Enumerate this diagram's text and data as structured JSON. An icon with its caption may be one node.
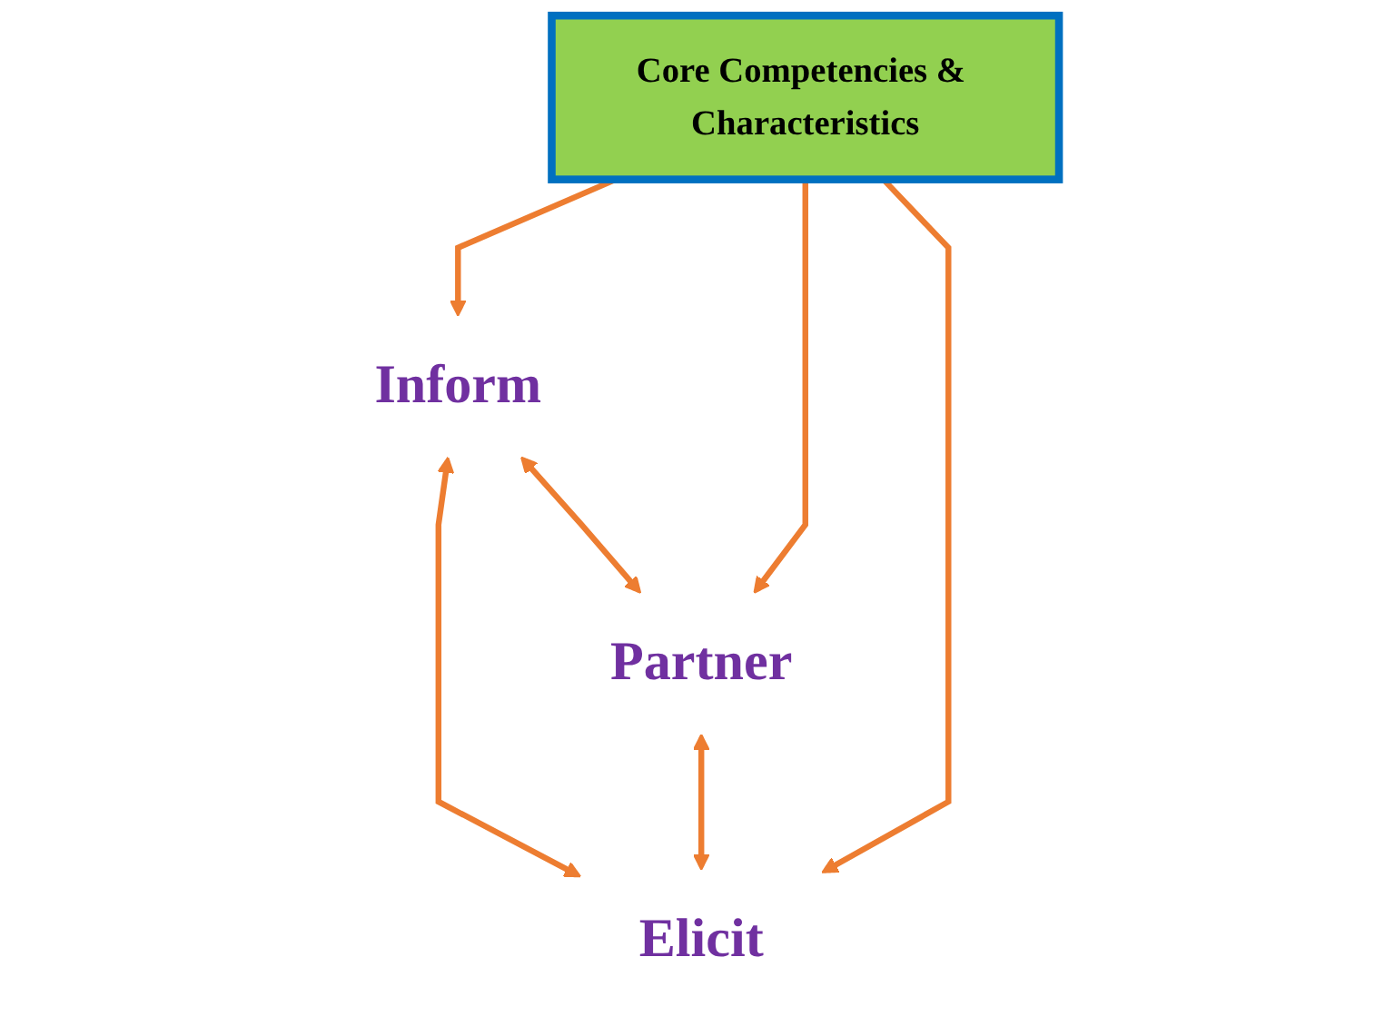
{
  "diagram": {
    "nodes": [
      {
        "text": [
          "Inform"
        ]
      },
      {
        "text": [
          "Core Competencies & Characteristics"
        ]
      },
      {
        "text": [
          "Partner"
        ]
      },
      {
        "text": [
          "Elicit"
        ]
      }
    ],
    "edges": [
      {
        "from": 0,
        "to": 2,
        "arrow": "both"
      },
      {
        "from": 0,
        "to": 3,
        "arrow": "both"
      },
      {
        "from": 2,
        "to": 3,
        "arrow": "both"
      },
      {
        "from": 1,
        "to": 0,
        "arrow": "to"
      },
      {
        "from": 1,
        "to": 2,
        "arrow": "to"
      },
      {
        "from": 1,
        "to": 3,
        "arrow": "to"
      }
    ]
  }
}
